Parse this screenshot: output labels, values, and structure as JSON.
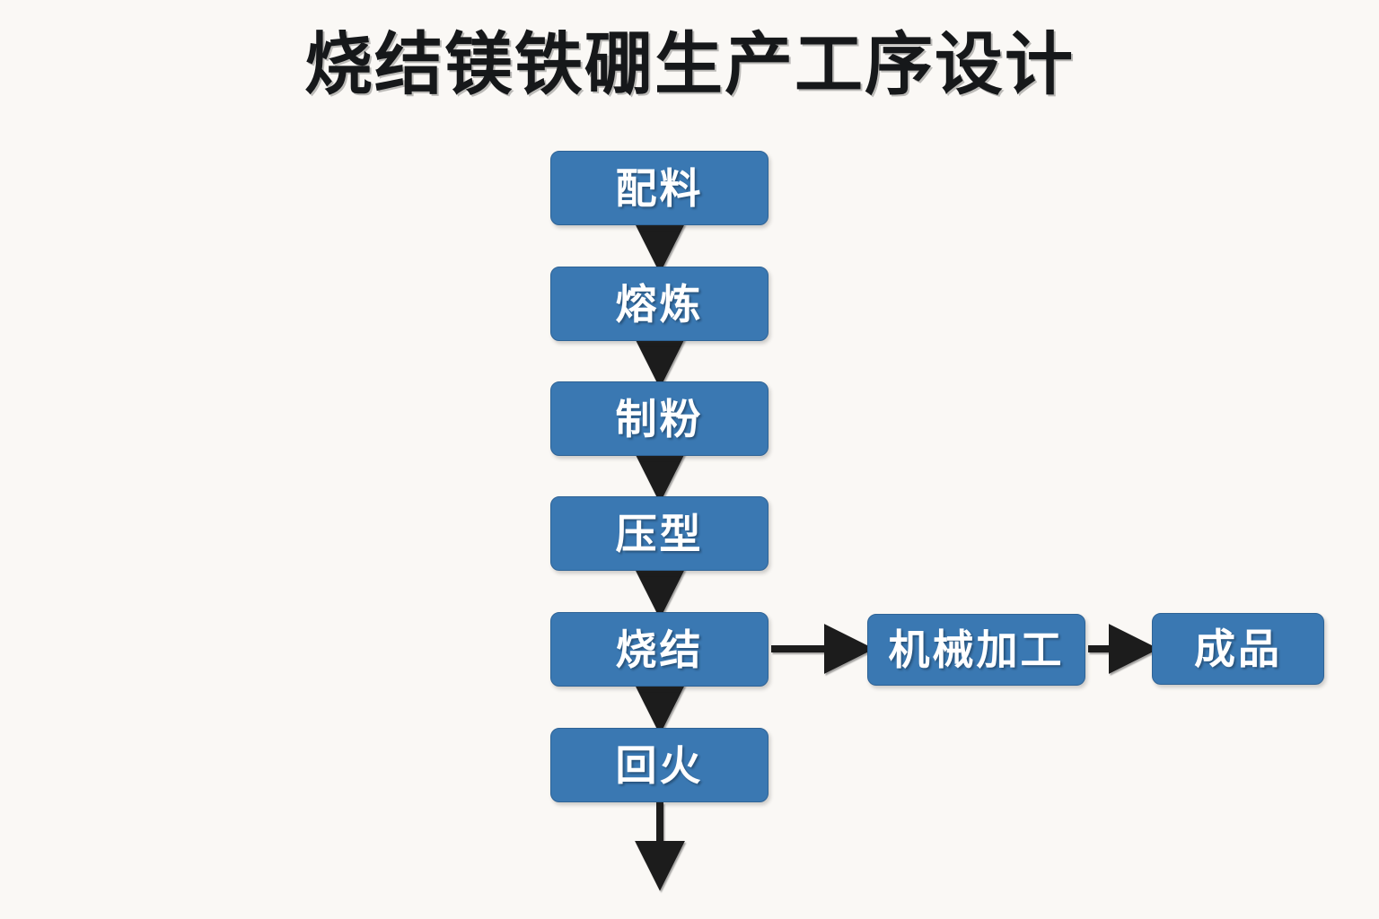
{
  "title": "烧结镁铁硼生产工序设计",
  "colors": {
    "background": "#faf8f5",
    "node_fill": "#3a78b2",
    "node_border": "#2e6396",
    "node_text": "#ffffff",
    "title_text": "#16181a",
    "arrow": "#1c1c1c"
  },
  "chart_data": {
    "type": "diagram",
    "diagram_kind": "flowchart",
    "title": "烧结镁铁硼生产工序设计",
    "orientation": "top-to-bottom with right branch",
    "nodes": [
      {
        "id": "peiliao",
        "label": "配料",
        "column": "main",
        "order": 1
      },
      {
        "id": "rongliian",
        "label": "熔炼",
        "column": "main",
        "order": 2
      },
      {
        "id": "zhifen",
        "label": "制粉",
        "column": "main",
        "order": 3
      },
      {
        "id": "yaxing",
        "label": "压型",
        "column": "main",
        "order": 4
      },
      {
        "id": "shaojie",
        "label": "烧结",
        "column": "main",
        "order": 5
      },
      {
        "id": "huihuo",
        "label": "回火",
        "column": "main",
        "order": 6
      },
      {
        "id": "jixiejiagong",
        "label": "机械加工",
        "column": "branch",
        "order": 1
      },
      {
        "id": "chengpin",
        "label": "成品",
        "column": "branch",
        "order": 2
      }
    ],
    "edges": [
      {
        "from": "peiliao",
        "to": "rongliian",
        "direction": "down"
      },
      {
        "from": "rongliian",
        "to": "zhifen",
        "direction": "down"
      },
      {
        "from": "zhifen",
        "to": "yaxing",
        "direction": "down"
      },
      {
        "from": "yaxing",
        "to": "shaojie",
        "direction": "down"
      },
      {
        "from": "shaojie",
        "to": "huihuo",
        "direction": "down"
      },
      {
        "from": "shaojie",
        "to": "jixiejiagong",
        "direction": "right"
      },
      {
        "from": "jixiejiagong",
        "to": "chengpin",
        "direction": "right"
      },
      {
        "from": "huihuo",
        "to": null,
        "direction": "down",
        "note": "arrow continues off-frame"
      }
    ]
  },
  "nodes": {
    "peiliao": "配料",
    "rongliian": "熔炼",
    "zhifen": "制粉",
    "yaxing": "压型",
    "shaojie": "烧结",
    "huihuo": "回火",
    "jixiejiagong": "机械加工",
    "chengpin": "成品"
  }
}
